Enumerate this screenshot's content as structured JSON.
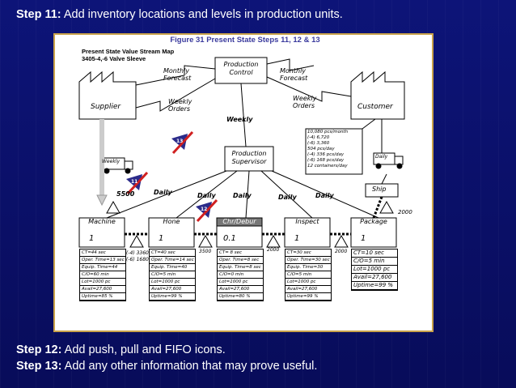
{
  "slide": {
    "step11_label": "Step 11:",
    "step11_text": " Add inventory locations and levels in production units.",
    "step12_label": "Step 12:",
    "step12_text": " Add push, pull and FIFO icons.",
    "step13_label": "Step 13:",
    "step13_text": " Add any other information that may prove useful."
  },
  "figure": {
    "title": "Figure 31 Present State Steps 11, 12 & 13",
    "map_title_1": "Present State Value Stream Map",
    "map_title_2": "3405-4,-6 Valve Sleeve",
    "production_control": [
      "Production",
      "Control"
    ],
    "monthly_forecast": [
      "Monthly",
      "Forecast"
    ],
    "weekly_orders": [
      "Weekly",
      "Orders"
    ],
    "weekly": "Weekly",
    "supplier": "Supplier",
    "customer": "Customer",
    "production_supervisor": [
      "Production",
      "Supervisor"
    ],
    "customer_demand": [
      "10,080 pcs/month",
      "(-4) 6,720",
      "(-6) 3,360",
      "504 pcs/day",
      "(-4) 336 pcs/day",
      "(-6) 168 pcs/day",
      "12 containers/day"
    ],
    "truck_supplier": "Weekly",
    "truck_customer": "Daily",
    "ship": "Ship",
    "raw_inventory": "5500",
    "daily_labels": [
      "Daily",
      "Daily",
      "Daily",
      "Daily",
      "Daily"
    ],
    "badges": [
      "13",
      "11",
      "12"
    ],
    "ship_inventory": "2000",
    "processes": [
      {
        "name": "Machine",
        "operators": "1",
        "stats": [
          "CT=44 sec",
          "Oper. Time=13 sec",
          "Equip. Time=44 sec",
          "C/O=60 min",
          "Lot=1000 pc",
          "Avail=27,600",
          "Uptime=85 %"
        ]
      },
      {
        "name": "Hone",
        "operators": "1",
        "stats": [
          "CT=40 sec",
          "Oper. Time=14 sec",
          "Equip. Time=40 sec",
          "C/O=5 min",
          "Lot=1000 pc",
          "Avail=27,600",
          "Uptime=99 %"
        ]
      },
      {
        "name": "Chr/Debur",
        "operators": "0.1",
        "stats": [
          "CT= 8 sec",
          "Oper. Time=8 sec",
          "Equip. Time=8 sec",
          "C/O=0 min",
          "Lot=1000 pc",
          "Avail=27,600",
          "Uptime=80 %"
        ]
      },
      {
        "name": "Inspect",
        "operators": "1",
        "stats": [
          "CT=30 sec",
          "Oper. Time=30 sec",
          "Equip. Time=30 sec",
          "C/O=5 min",
          "Lot=1000 pc",
          "Avail=27,600",
          "Uptime=99 %"
        ]
      },
      {
        "name": "Package",
        "operators": "1",
        "stats": [
          "CT=10 sec",
          "C/O=5 min",
          "Lot=1000 pc",
          "Avail=27,600",
          "Uptime=99 %"
        ]
      }
    ],
    "inventory_1": [
      "(-4) 3360",
      "(-6) 1680"
    ],
    "inventory_2": "3500",
    "inventory_3": "2000",
    "inventory_4": "2000"
  }
}
